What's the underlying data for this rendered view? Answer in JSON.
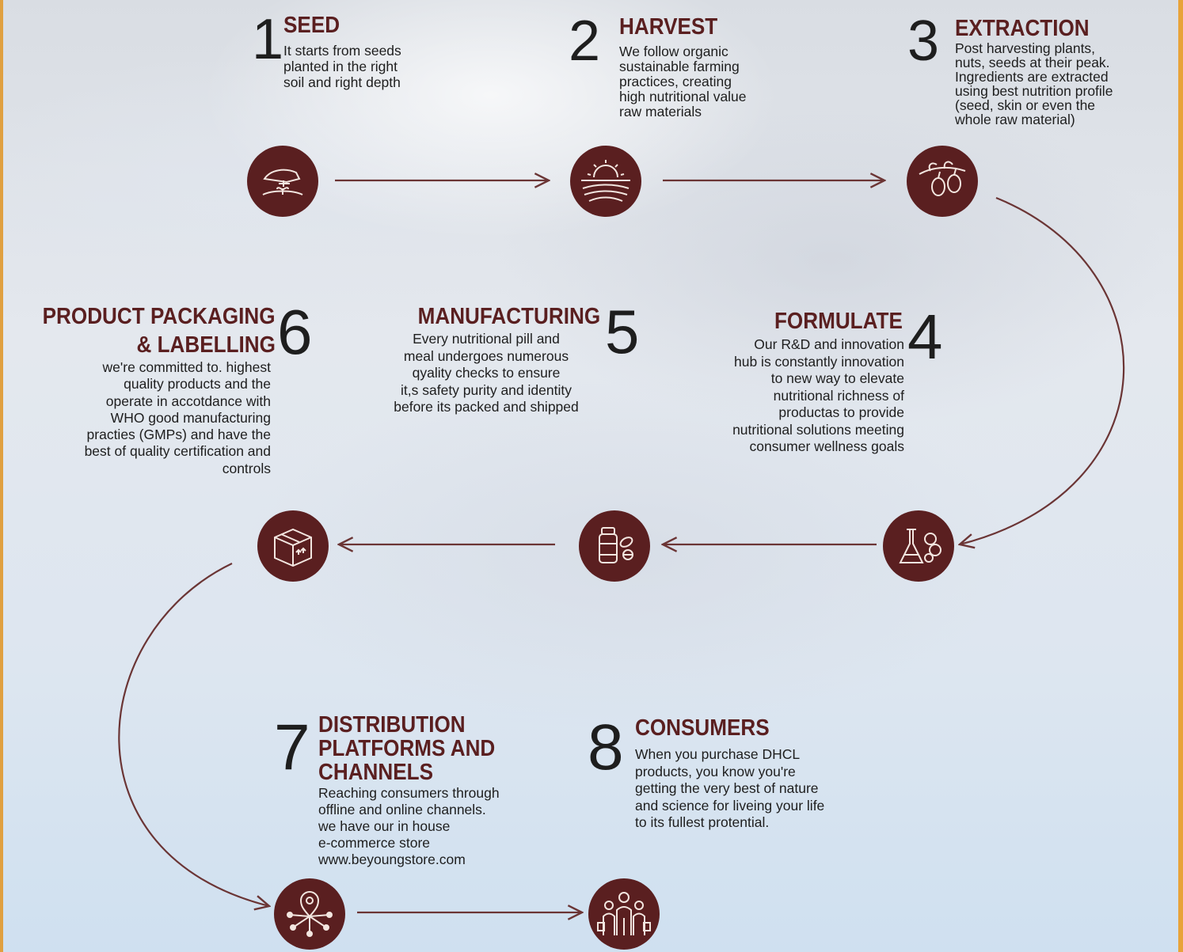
{
  "steps": [
    {
      "number": "1",
      "title": "SEED",
      "desc": "It starts from seeds\nplanted in the right\nsoil and right depth",
      "icon": "seed-planting-icon"
    },
    {
      "number": "2",
      "title": "HARVEST",
      "desc": "We follow organic\nsustainable farming\npractices, creating\nhigh nutritional value\nraw materials",
      "icon": "sunrise-field-icon"
    },
    {
      "number": "3",
      "title": "EXTRACTION",
      "desc": "Post harvesting plants,\nnuts, seeds at their peak.\nIngredients are extracted\nusing best nutrition profile\n(seed, skin or even the\nwhole raw material)",
      "icon": "olive-branch-icon"
    },
    {
      "number": "4",
      "title": "FORMULATE",
      "desc": "Our R&D and innovation\nhub is constantly innovation\nto new way to elevate\nnutritional richness of\nproductas to provide\nnutritional solutions meeting\nconsumer wellness goals",
      "icon": "lab-flask-icon"
    },
    {
      "number": "5",
      "title": "MANUFACTURING",
      "desc": "Every nutritional pill and\nmeal undergoes numerous\nqyality checks to ensure\nit,s safety purity and identity\nbefore its packed and shipped",
      "icon": "pill-bottle-icon"
    },
    {
      "number": "6",
      "title_line1": "PRODUCT PACKAGING",
      "title_line2": "& LABELLING",
      "desc": "we're committed to. highest\nquality products and the\noperate in accotdance with\nWHO good manufacturing\npracties (GMPs) and have the\nbest of quality certification and\ncontrols",
      "icon": "package-box-icon"
    },
    {
      "number": "7",
      "title_line1": "DISTRIBUTION",
      "title_line2": "PLATFORMS AND",
      "title_line3": "CHANNELS",
      "desc": "Reaching consumers through\noffline and online channels.\nwe have our in house\ne-commerce store\nwww.beyoungstore.com",
      "icon": "distribution-network-icon"
    },
    {
      "number": "8",
      "title": "CONSUMERS",
      "desc": "When you purchase DHCL\nproducts, you know you're\ngetting the very best of nature\nand science for liveing your life\nto its fullest protential.",
      "icon": "consumers-group-icon"
    }
  ],
  "colors": {
    "accent": "#5a1f20",
    "arrow": "#6b3535",
    "text": "#1e1e1e",
    "frame": "#e8a33a"
  }
}
